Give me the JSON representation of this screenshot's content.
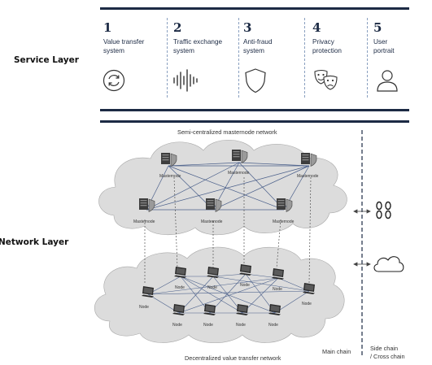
{
  "service_layer": {
    "label": "Service Layer",
    "items": [
      {
        "number": "1",
        "name": "Value transfer system",
        "icon": "refresh-icon"
      },
      {
        "number": "2",
        "name": "Traffic exchange system",
        "icon": "audio-wave-icon"
      },
      {
        "number": "3",
        "name": "Anti-fraud system",
        "icon": "shield-icon"
      },
      {
        "number": "4",
        "name": "Privacy protection",
        "icon": "masks-icon"
      },
      {
        "number": "5",
        "name": "User portrait",
        "icon": "user-icon"
      }
    ]
  },
  "network_layer": {
    "label": "Network Layer",
    "masternode_network_title": "Semi-centralized masternode network",
    "decentralized_network_title": "Decentralized value transfer network",
    "masternode_label": "Masternode",
    "node_label": "Node",
    "main_chain_label": "Main chain",
    "side_chain_label_line1": "Side chain",
    "side_chain_label_line2": "/ Cross chain",
    "side_icons": [
      "chain-link-icon",
      "cloud-icon"
    ]
  }
}
